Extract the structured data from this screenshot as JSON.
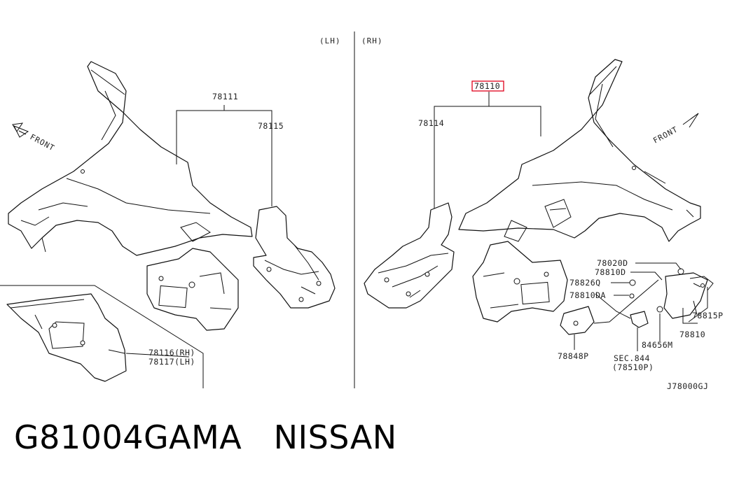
{
  "sides": {
    "left": "(LH)",
    "right": "(RH)"
  },
  "front_left": "FRONT",
  "front_right": "FRONT",
  "labels": {
    "p78111": "78111",
    "p78115": "78115",
    "p78116": "78116(RH)",
    "p78117": "78117(LH)",
    "p78110": "78110",
    "p78114": "78114",
    "p78020D": "78020D",
    "p78810D": "78810D",
    "p78826Q": "78826Q",
    "p78810DA": "78810DA",
    "p78815P": "78815P",
    "p78810": "78810",
    "p84656M": "84656M",
    "p78848P": "78848P",
    "sec844": "SEC.844",
    "p78510P": "(78510P)"
  },
  "diagram_code": "J78000GJ",
  "highlight_color": "#e0001b",
  "caption": "G81004GAMA   NISSAN"
}
